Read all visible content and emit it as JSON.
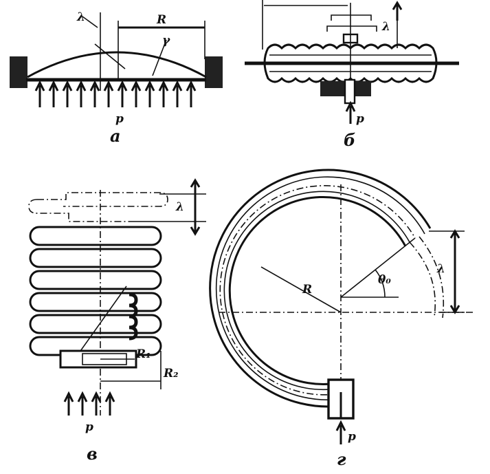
{
  "panels": {
    "a": {
      "caption": "а",
      "pressure_label": "p",
      "radius_label": "R",
      "deflection_label": "λ",
      "angle_label": "γ"
    },
    "b": {
      "caption": "б",
      "pressure_label": "p",
      "deflection_label": "λ"
    },
    "v": {
      "caption": "в",
      "pressure_label": "p",
      "deflection_label": "λ",
      "inner_radius_label": "R₁",
      "outer_radius_label": "R₂"
    },
    "g": {
      "caption": "г",
      "pressure_label": "p",
      "radius_label": "R",
      "angle_label": "θ₀",
      "deflection_label": "λ"
    }
  }
}
